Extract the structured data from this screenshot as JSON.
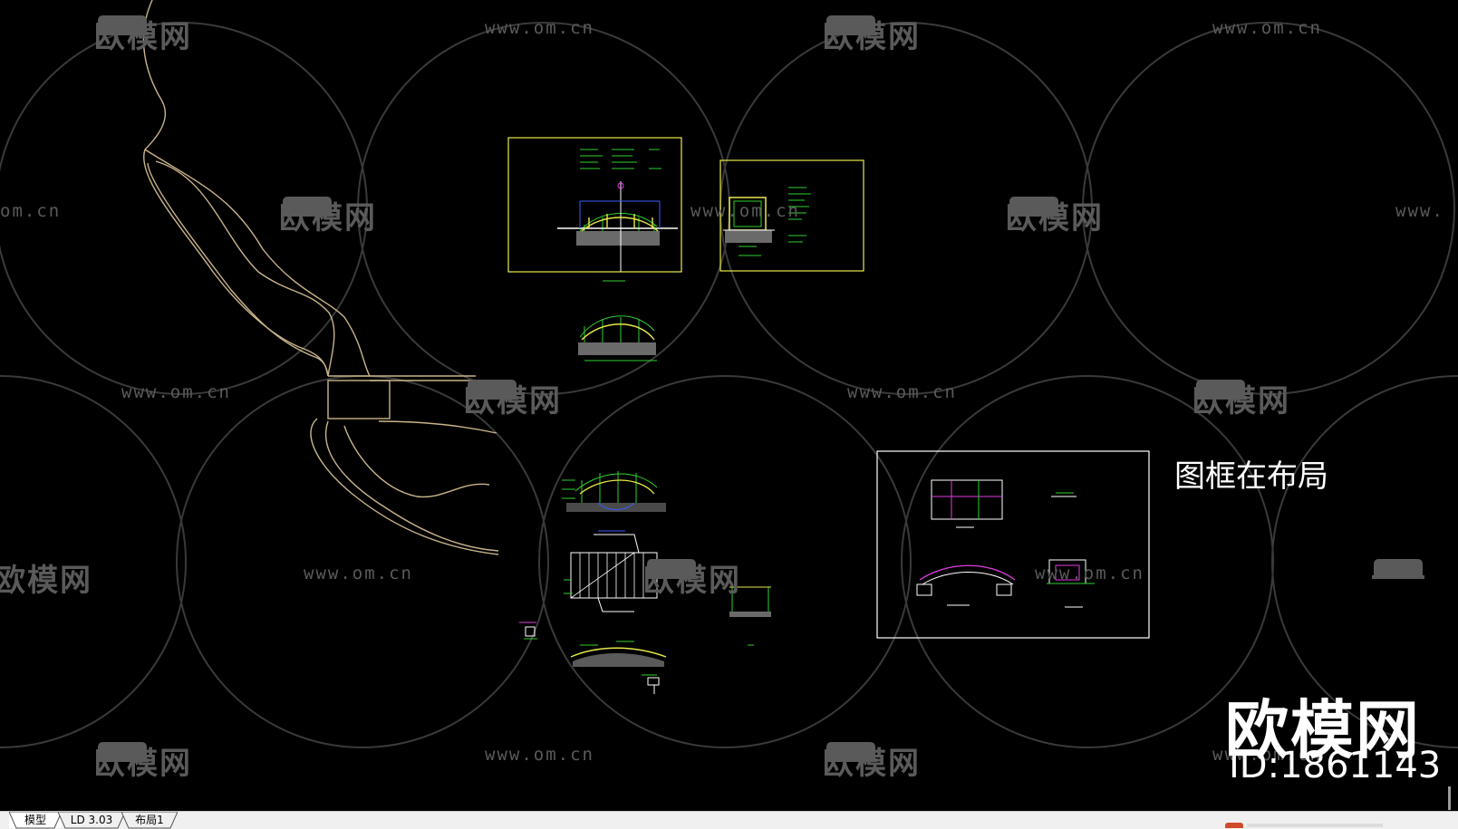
{
  "watermark": {
    "logo_text": "欧模网",
    "url_text": "www.om.cn"
  },
  "drawing": {
    "layout_note": "图框在布局"
  },
  "brand": {
    "name": "欧模网",
    "id": "ID:1861143"
  },
  "tabs": [
    {
      "label": "模型",
      "active": true
    },
    {
      "label": "LD 3.03",
      "active": false
    },
    {
      "label": "布局1",
      "active": false
    }
  ],
  "colors": {
    "background": "#000000",
    "road_line": "#c9b48a",
    "frame_yellow": "#e8e84a",
    "frame_white": "#ffffff",
    "cad_green": "#2fd12f",
    "cad_blue": "#3a5cff",
    "cad_magenta": "#e23de2",
    "watermark": "#5a5a5a"
  }
}
